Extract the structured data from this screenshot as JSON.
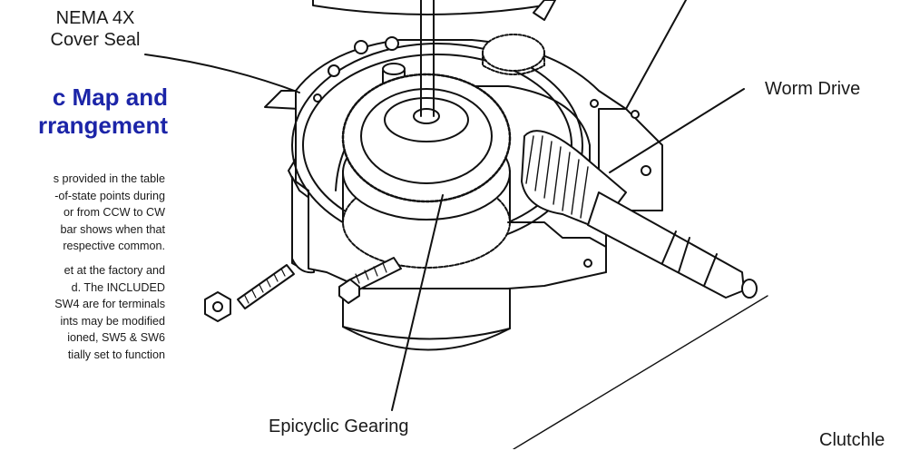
{
  "callouts": {
    "cover_seal_line1": "NEMA 4X",
    "cover_seal_line2": "Cover Seal",
    "worm_drive": "Worm Drive",
    "epicyclic_gearing": "Epicyclic Gearing",
    "clutchless": "Clutchle"
  },
  "heading": {
    "line1": "c Map and",
    "line2": "rrangement"
  },
  "paragraphs": [
    {
      "lines": [
        "s provided in the table",
        "-of-state points during",
        "or from CCW to CW",
        "bar shows when that",
        "respective common."
      ]
    },
    {
      "lines": [
        "et at the factory and",
        "d. The INCLUDED",
        "SW4 are for terminals",
        "ints may be modified",
        "ioned, SW5 & SW6",
        "tially set to function"
      ]
    }
  ],
  "colors": {
    "heading": "#1c25a8",
    "text": "#1a1a1a",
    "line_art": "#111111"
  }
}
